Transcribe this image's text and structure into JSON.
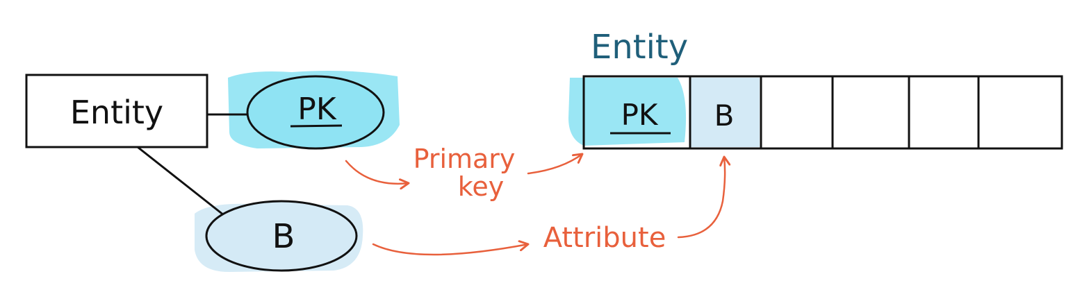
{
  "er_side": {
    "entity_label": "Entity",
    "pk_label": "PK",
    "attr_label": "B"
  },
  "table_side": {
    "title": "Entity",
    "col_pk": "PK",
    "col_b": "B"
  },
  "annotations": {
    "primary_key_line1": "Primary",
    "primary_key_line2": "key",
    "attribute": "Attribute"
  },
  "colors": {
    "stroke": "#111111",
    "pk_fill": "#8fe3f3",
    "attr_fill": "#d4eaf6",
    "annotation": "#e8603c",
    "title": "#1f5f7a"
  }
}
